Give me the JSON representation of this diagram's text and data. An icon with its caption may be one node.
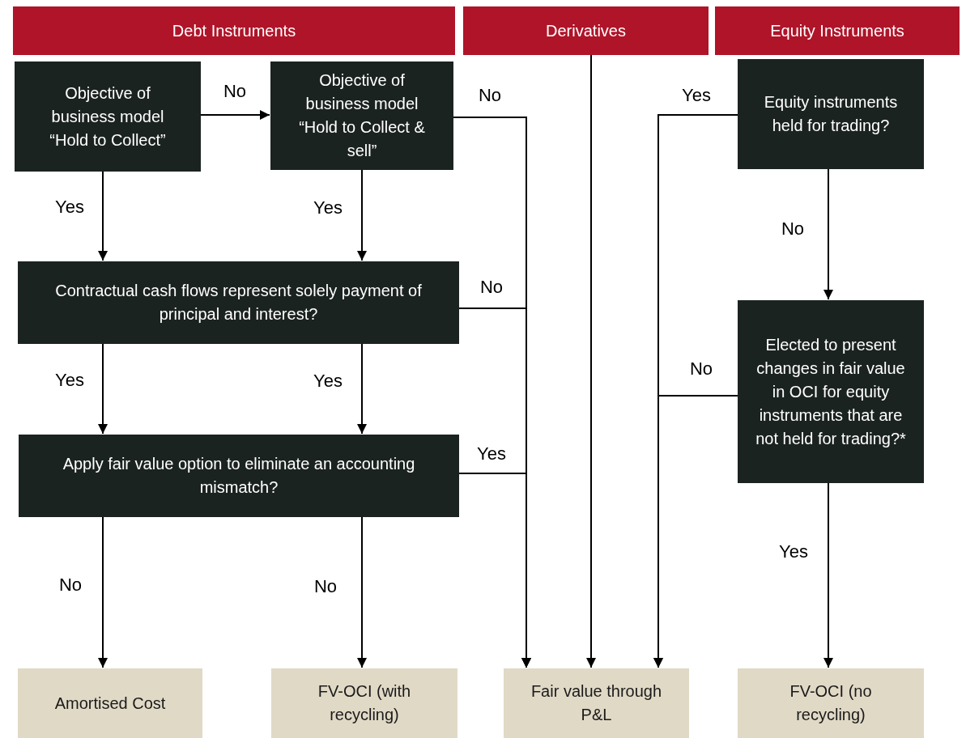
{
  "diagram": {
    "nodes": [
      {
        "text": [
          "Debt Instruments"
        ]
      },
      {
        "text": [
          "Derivatives"
        ]
      },
      {
        "text": [
          "Equity Instruments"
        ]
      },
      {
        "text": [
          "Objective of business model “Hold to Collect”"
        ]
      },
      {
        "text": [
          "Objective of business model “Hold to Collect & sell”"
        ]
      },
      {
        "text": [
          "Equity instruments held for trading?"
        ]
      },
      {
        "text": [
          "Contractual cash flows represent solely payment of principal and interest?"
        ]
      },
      {
        "text": [
          "Elected to present changes in fair value in OCI for equity instruments that are not held for trading?*"
        ]
      },
      {
        "text": [
          "Apply fair value option to eliminate an accounting mismatch?"
        ]
      },
      {
        "text": [
          "Amortised Cost"
        ]
      },
      {
        "text": [
          "FV-OCI (with recycling)"
        ]
      },
      {
        "text": [
          "Fair value through P&L"
        ]
      },
      {
        "text": [
          "FV-OCI (no recycling)"
        ]
      }
    ],
    "edges": [
      {
        "from": 3,
        "to": 4,
        "arrow": "to",
        "label": "No"
      },
      {
        "from": 3,
        "to": 6,
        "arrow": "to",
        "label": "Yes"
      },
      {
        "from": 4,
        "to": 6,
        "arrow": "to",
        "label": "Yes"
      },
      {
        "from": 4,
        "to": 11,
        "arrow": "to",
        "label": "No"
      },
      {
        "from": 6,
        "to": 8,
        "arrow": "to",
        "label": "Yes"
      },
      {
        "from": 6,
        "to": 8,
        "arrow": "to",
        "label": "Yes"
      },
      {
        "from": 6,
        "to": 11,
        "arrow": "to",
        "label": "No"
      },
      {
        "from": 8,
        "to": 11,
        "arrow": "to",
        "label": "Yes"
      },
      {
        "from": 8,
        "to": 9,
        "arrow": "to",
        "label": "No"
      },
      {
        "from": 8,
        "to": 10,
        "arrow": "to",
        "label": "No"
      },
      {
        "from": 1,
        "to": 11,
        "arrow": "to"
      },
      {
        "from": 5,
        "to": 11,
        "arrow": "to",
        "label": "Yes"
      },
      {
        "from": 5,
        "to": 7,
        "arrow": "to",
        "label": "No"
      },
      {
        "from": 7,
        "to": 11,
        "arrow": "to",
        "label": "No"
      },
      {
        "from": 7,
        "to": 12,
        "arrow": "to",
        "label": "Yes"
      }
    ]
  }
}
